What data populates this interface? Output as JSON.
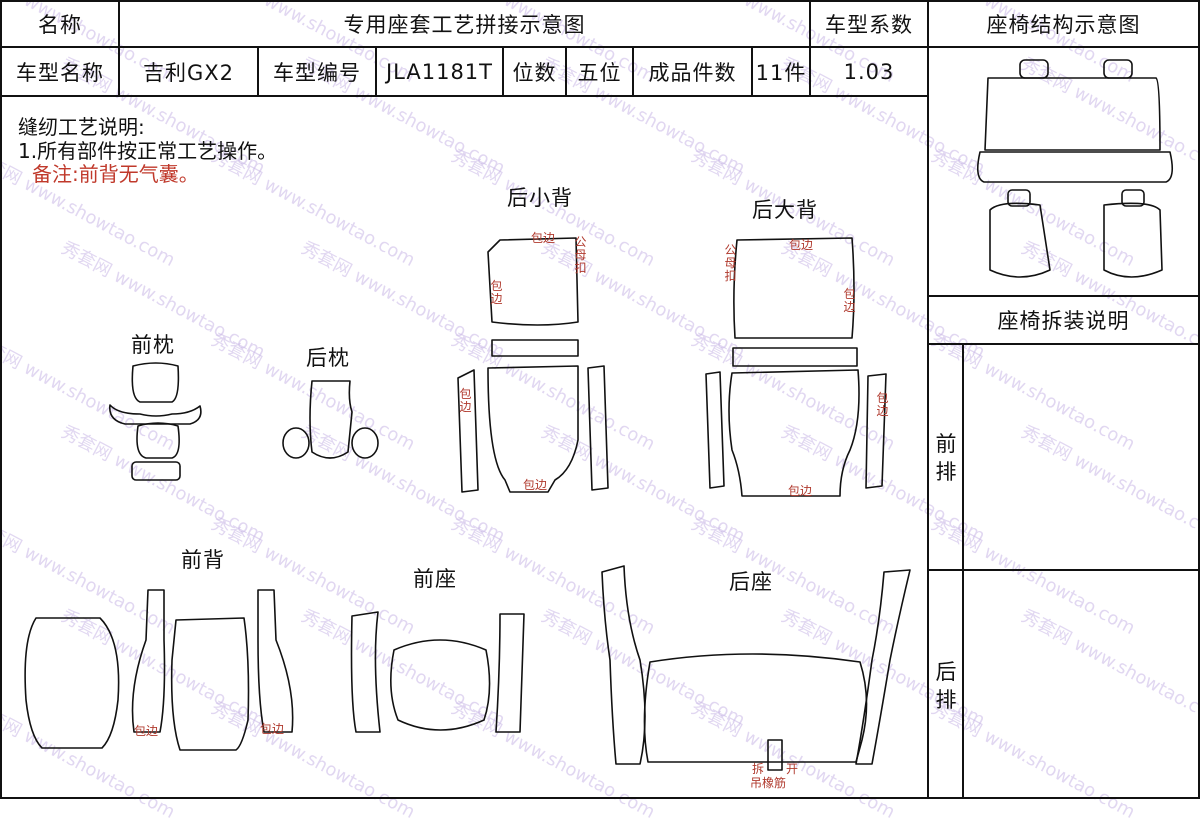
{
  "header": {
    "name_label": "名称",
    "title": "专用座套工艺拼接示意图",
    "coef_label": "车型系数",
    "structure_title": "座椅结构示意图"
  },
  "info": {
    "model_name_label": "车型名称",
    "model_name": "吉利GX2",
    "model_no_label": "车型编号",
    "model_no": "JLA1181T",
    "seats_label": "位数",
    "seats": "五位",
    "pieces_label": "成品件数",
    "pieces": "11件",
    "coef": "1.03"
  },
  "notes": {
    "heading": "缝纫工艺说明:",
    "line1": "1.所有部件按正常工艺操作。",
    "remark": "备注:前背无气囊。"
  },
  "parts": {
    "front_headrest": "前枕",
    "rear_headrest": "后枕",
    "rear_small_back": "后小背",
    "rear_large_back": "后大背",
    "front_back": "前背",
    "front_seat": "前座",
    "rear_seat": "后座"
  },
  "marks": {
    "binding": "包边",
    "female_buckle": "公母扣",
    "split": "拆",
    "open": "开",
    "elastic_band": "吊橡筋"
  },
  "right_panel": {
    "disassembly_title": "座椅拆装说明",
    "front_row": "前排",
    "rear_row": "后排"
  },
  "watermark": {
    "brand": "秀套网",
    "url": "www.showtao.com"
  }
}
